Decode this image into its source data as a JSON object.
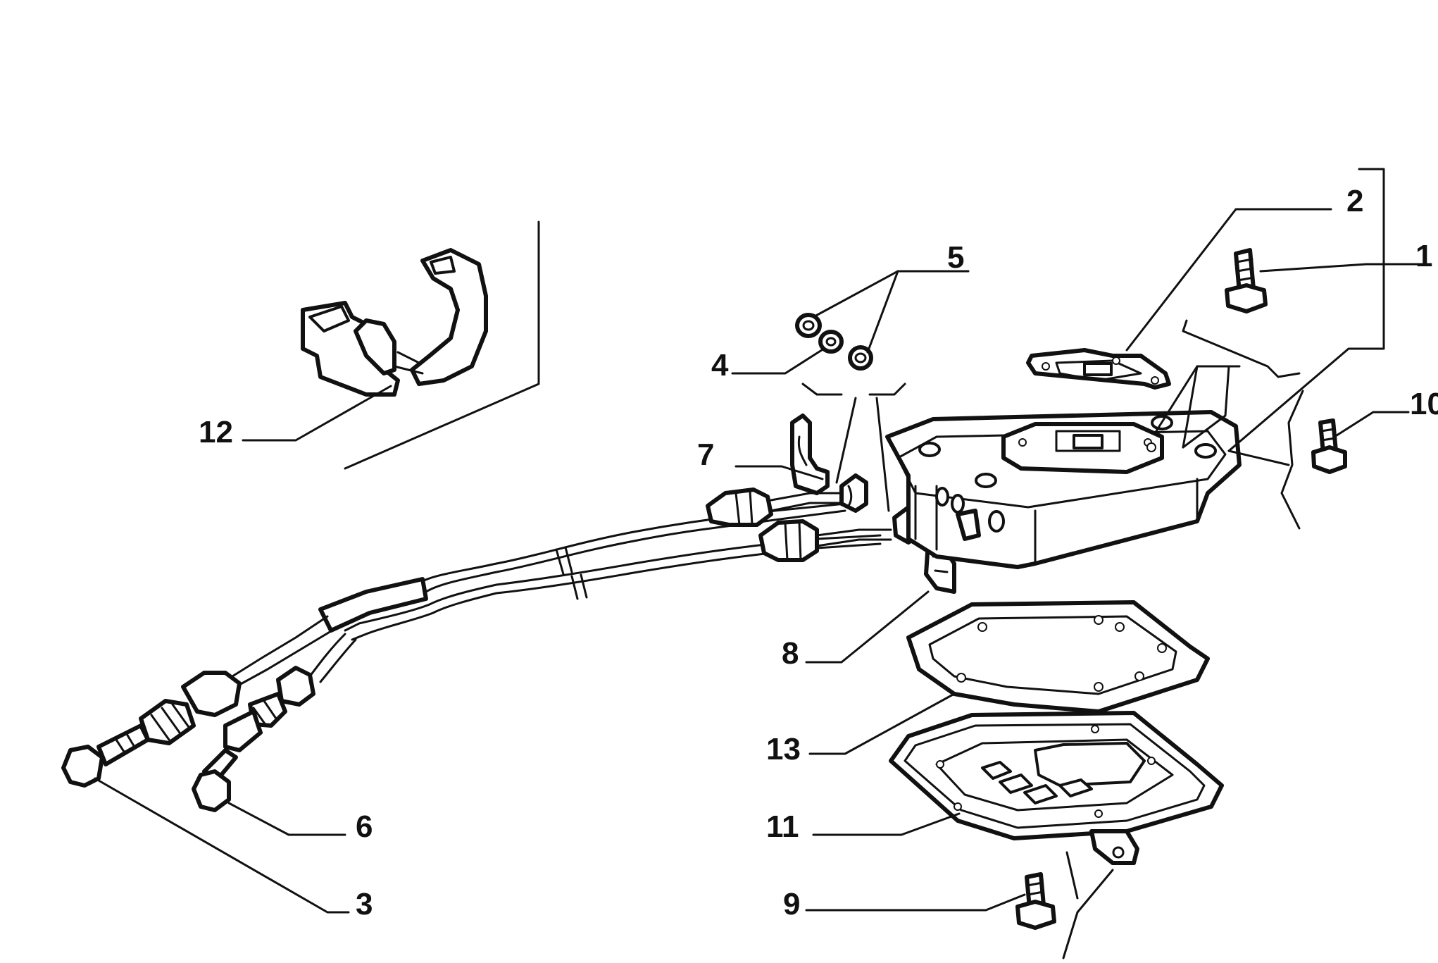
{
  "callouts": [
    {
      "id": "1",
      "text": "1"
    },
    {
      "id": "2",
      "text": "2"
    },
    {
      "id": "3",
      "text": "3"
    },
    {
      "id": "4",
      "text": "4"
    },
    {
      "id": "5",
      "text": "5"
    },
    {
      "id": "6",
      "text": "6"
    },
    {
      "id": "7",
      "text": "7"
    },
    {
      "id": "8",
      "text": "8"
    },
    {
      "id": "9",
      "text": "9"
    },
    {
      "id": "10",
      "text": "10"
    },
    {
      "id": "11",
      "text": "11"
    },
    {
      "id": "12",
      "text": "12"
    },
    {
      "id": "13",
      "text": "13"
    }
  ],
  "colors": {
    "ink": "#111111",
    "paper": "#ffffff"
  }
}
